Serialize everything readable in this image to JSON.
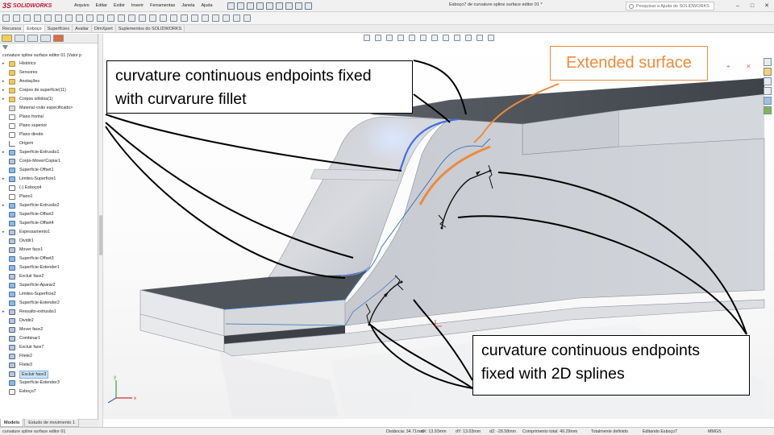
{
  "app": {
    "brand": "SOLIDWORKS",
    "document_title": "Esboço7 de curvature spline surface editor 01 *",
    "menu": [
      "Arquivo",
      "Editar",
      "Exibir",
      "Inserir",
      "Ferramentas",
      "Janela",
      "Ajuda"
    ],
    "search_placeholder": "Pesquisar a Ajuda do SOLIDWORKS"
  },
  "command_tabs": [
    "Recursos",
    "Esboço",
    "Superfícies",
    "Avaliar",
    "DimXpert",
    "Suplementos do SOLIDWORKS"
  ],
  "active_command_tab": "Esboço",
  "feature_tree": {
    "root": "curvature spline surface editor 01 (Valor p",
    "items": [
      {
        "label": "Histórico",
        "icon": "history-icon",
        "expandable": true
      },
      {
        "label": "Sensores",
        "icon": "sensor-icon",
        "expandable": false
      },
      {
        "label": "Anotações",
        "icon": "annotation-icon",
        "expandable": true
      },
      {
        "label": "Corpos de superfície(11)",
        "icon": "surface-bodies-icon",
        "expandable": true
      },
      {
        "label": "Corpos sólidos(1)",
        "icon": "solid-bodies-icon",
        "expandable": true
      },
      {
        "label": "Material <não especificado>",
        "icon": "material-icon",
        "expandable": false
      },
      {
        "label": "Plano frontal",
        "icon": "plane-icon",
        "expandable": false
      },
      {
        "label": "Plano superior",
        "icon": "plane-icon",
        "expandable": false
      },
      {
        "label": "Plano direito",
        "icon": "plane-icon",
        "expandable": false
      },
      {
        "label": "Origem",
        "icon": "origin-icon",
        "expandable": false
      },
      {
        "label": "Superfície-Extrusão1",
        "icon": "surface-extrude-icon",
        "expandable": true
      },
      {
        "label": "Corpo-Mover/Copiar1",
        "icon": "move-copy-icon",
        "expandable": false
      },
      {
        "label": "Superfície-Offset1",
        "icon": "surface-offset-icon",
        "expandable": false
      },
      {
        "label": "Limites-Superfície1",
        "icon": "boundary-surface-icon",
        "expandable": true
      },
      {
        "label": "(-) Esboço4",
        "icon": "sketch-icon",
        "expandable": false
      },
      {
        "label": "Plano1",
        "icon": "plane-icon",
        "expandable": false
      },
      {
        "label": "Superfície-Extrusão2",
        "icon": "surface-extrude-icon",
        "expandable": true
      },
      {
        "label": "Superfície-Offset2",
        "icon": "surface-offset-icon",
        "expandable": false
      },
      {
        "label": "Superfície-Offset4",
        "icon": "surface-offset-icon",
        "expandable": false
      },
      {
        "label": "Espessamento1",
        "icon": "thicken-icon",
        "expandable": true
      },
      {
        "label": "Dividir1",
        "icon": "split-icon",
        "expandable": false
      },
      {
        "label": "Mover face1",
        "icon": "move-face-icon",
        "expandable": false
      },
      {
        "label": "Superfície-Offset3",
        "icon": "surface-offset-icon",
        "expandable": false
      },
      {
        "label": "Superfície-Estender1",
        "icon": "extend-surface-icon",
        "expandable": false
      },
      {
        "label": "Excluir face2",
        "icon": "delete-face-icon",
        "expandable": false
      },
      {
        "label": "Superfície-Aparar2",
        "icon": "trim-surface-icon",
        "expandable": false
      },
      {
        "label": "Limites-Superfície2",
        "icon": "boundary-surface-icon",
        "expandable": false
      },
      {
        "label": "Superfície-Estender2",
        "icon": "extend-surface-icon",
        "expandable": false
      },
      {
        "label": "Ressalto-extrusão1",
        "icon": "boss-extrude-icon",
        "expandable": true
      },
      {
        "label": "Dividir2",
        "icon": "split-icon",
        "expandable": false
      },
      {
        "label": "Mover face2",
        "icon": "move-face-icon",
        "expandable": false
      },
      {
        "label": "Combinar1",
        "icon": "combine-icon",
        "expandable": false
      },
      {
        "label": "Excluir face7",
        "icon": "delete-face-icon",
        "expandable": false
      },
      {
        "label": "Filete2",
        "icon": "fillet-icon",
        "expandable": false
      },
      {
        "label": "Filete3",
        "icon": "fillet-icon",
        "expandable": false
      },
      {
        "label": "Excluir face3",
        "icon": "delete-face-icon",
        "expandable": false,
        "selected": true
      },
      {
        "label": "Superfície-Estender3",
        "icon": "extend-surface-icon",
        "expandable": false
      },
      {
        "label": "Esboço7",
        "icon": "sketch-icon",
        "expandable": false
      }
    ]
  },
  "bottom_tabs": [
    "Modelo",
    "Estudo de movimento 1"
  ],
  "status": {
    "left": "curvature spline surface editor 01",
    "distance": "Distância: 34.71mm",
    "dx": "dX: 13.93mm",
    "dy": "dY: 13.03mm",
    "dz": "dZ: -28.58mm",
    "length": "Comprimento total: 49.29mm",
    "definition": "Totalmente definido",
    "editing": "Editando Esboço7",
    "units": "MMGS"
  },
  "annotations": {
    "fillet_callout": [
      "curvature continuous endpoints fixed",
      "with curvarure fillet"
    ],
    "extended_callout": "Extended surface",
    "spline_callout": [
      "curvature continuous endpoints",
      "fixed with 2D splines"
    ]
  },
  "colors": {
    "annotation_orange": "#ee8a3a",
    "sketch_blue": "#2f6fb8",
    "fillet_highlight": "#3f6fe0",
    "brand_red": "#d0112b"
  }
}
